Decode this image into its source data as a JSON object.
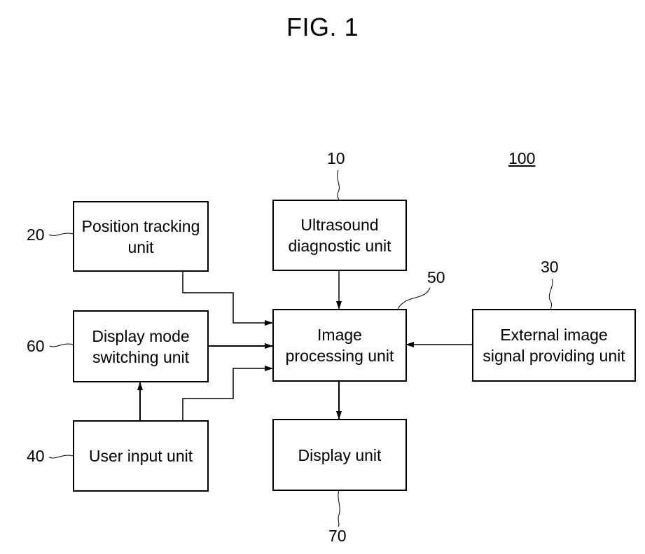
{
  "figure": {
    "title": "FIG. 1",
    "system_ref": "100"
  },
  "blocks": {
    "ultrasound": {
      "ref": "10",
      "label": "Ultrasound\ndiagnostic unit"
    },
    "position_tracking": {
      "ref": "20",
      "label": "Position tracking\nunit"
    },
    "external_image": {
      "ref": "30",
      "label": "External image\nsignal providing unit"
    },
    "user_input": {
      "ref": "40",
      "label": "User input unit"
    },
    "image_processing": {
      "ref": "50",
      "label": "Image\nprocessing unit"
    },
    "display_mode": {
      "ref": "60",
      "label": "Display mode\nswitching unit"
    },
    "display": {
      "ref": "70",
      "label": "Display unit"
    }
  },
  "connections": [
    {
      "from": "ultrasound",
      "to": "image_processing"
    },
    {
      "from": "position_tracking",
      "to": "image_processing"
    },
    {
      "from": "display_mode",
      "to": "image_processing"
    },
    {
      "from": "user_input",
      "to": "image_processing"
    },
    {
      "from": "user_input",
      "to": "display_mode"
    },
    {
      "from": "external_image",
      "to": "image_processing"
    },
    {
      "from": "image_processing",
      "to": "display"
    }
  ]
}
